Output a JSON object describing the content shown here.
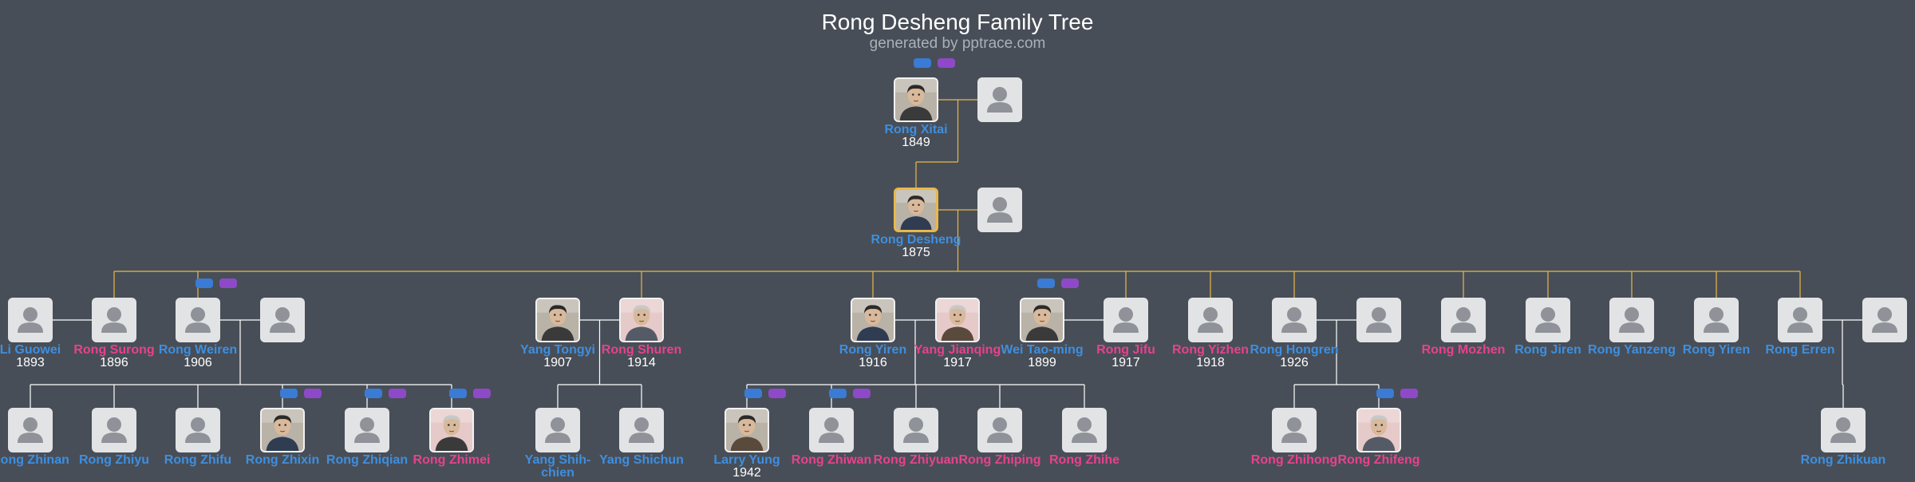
{
  "title": "Rong Desheng Family Tree",
  "subtitle": "generated by pptrace.com",
  "people": [
    {
      "id": "xitai",
      "name": "Rong Xitai",
      "year": "1849",
      "gender": "m",
      "photo": true
    },
    {
      "id": "xitai_sp",
      "name": "",
      "year": "",
      "gender": "f",
      "photo": false
    },
    {
      "id": "desheng",
      "name": "Rong Desheng",
      "year": "1875",
      "gender": "m",
      "photo": true,
      "root": true
    },
    {
      "id": "desheng_sp",
      "name": "",
      "year": "",
      "gender": "f",
      "photo": false
    },
    {
      "id": "liguowei",
      "name": "Li Guowei",
      "year": "1893",
      "gender": "m",
      "photo": false
    },
    {
      "id": "surong",
      "name": "Rong Surong",
      "year": "1896",
      "gender": "f",
      "photo": false
    },
    {
      "id": "weiren",
      "name": "Rong Weiren",
      "year": "1906",
      "gender": "m",
      "photo": false
    },
    {
      "id": "weiren_sp",
      "name": "",
      "year": "",
      "gender": "f",
      "photo": false
    },
    {
      "id": "tongyi",
      "name": "Yang Tongyi",
      "year": "1907",
      "gender": "m",
      "photo": true
    },
    {
      "id": "shuren",
      "name": "Rong Shuren",
      "year": "1914",
      "gender": "f",
      "photo": true
    },
    {
      "id": "yiren",
      "name": "Rong Yiren",
      "year": "1916",
      "gender": "m",
      "photo": true
    },
    {
      "id": "jianqing",
      "name": "Yang Jianqing",
      "year": "1917",
      "gender": "f",
      "photo": true
    },
    {
      "id": "taoming",
      "name": "Wei Tao-ming",
      "year": "1899",
      "gender": "m",
      "photo": true
    },
    {
      "id": "jifu",
      "name": "Rong Jifu",
      "year": "1917",
      "gender": "f",
      "photo": false
    },
    {
      "id": "yizhen",
      "name": "Rong Yizhen",
      "year": "1918",
      "gender": "f",
      "photo": false
    },
    {
      "id": "hongren",
      "name": "Rong Hongren",
      "year": "1926",
      "gender": "m",
      "photo": false
    },
    {
      "id": "hongren_sp",
      "name": "",
      "year": "",
      "gender": "f",
      "photo": false
    },
    {
      "id": "mozhen",
      "name": "Rong Mozhen",
      "year": "",
      "gender": "f",
      "photo": false
    },
    {
      "id": "jiren",
      "name": "Rong Jiren",
      "year": "",
      "gender": "m",
      "photo": false
    },
    {
      "id": "yanzeng",
      "name": "Rong Yanzeng",
      "year": "",
      "gender": "m",
      "photo": false
    },
    {
      "id": "yiren2",
      "name": "Rong Yiren",
      "year": "",
      "gender": "m",
      "photo": false
    },
    {
      "id": "erren",
      "name": "Rong Erren",
      "year": "",
      "gender": "m",
      "photo": false
    },
    {
      "id": "erren_sp",
      "name": "",
      "year": "",
      "gender": "f",
      "photo": false
    },
    {
      "id": "zhinan",
      "name": "Rong Zhinan",
      "year": "",
      "gender": "m",
      "photo": false
    },
    {
      "id": "zhiyu",
      "name": "Rong Zhiyu",
      "year": "",
      "gender": "m",
      "photo": false
    },
    {
      "id": "zhifu",
      "name": "Rong Zhifu",
      "year": "",
      "gender": "m",
      "photo": false
    },
    {
      "id": "zhixin",
      "name": "Rong Zhixin",
      "year": "",
      "gender": "m",
      "photo": true
    },
    {
      "id": "zhiqian",
      "name": "Rong Zhiqian",
      "year": "",
      "gender": "m",
      "photo": false
    },
    {
      "id": "zhimei",
      "name": "Rong Zhimei",
      "year": "",
      "gender": "f",
      "photo": true
    },
    {
      "id": "shihchien",
      "name": "Yang Shih-chien",
      "year": "",
      "gender": "m",
      "photo": false
    },
    {
      "id": "shichun",
      "name": "Yang Shichun",
      "year": "",
      "gender": "m",
      "photo": false
    },
    {
      "id": "larry",
      "name": "Larry Yung",
      "year": "1942",
      "gender": "m",
      "photo": true
    },
    {
      "id": "zhiwan",
      "name": "Rong Zhiwan",
      "year": "",
      "gender": "f",
      "photo": false
    },
    {
      "id": "zhiyuan",
      "name": "Rong Zhiyuan",
      "year": "",
      "gender": "f",
      "photo": false
    },
    {
      "id": "zhiping",
      "name": "Rong Zhiping",
      "year": "",
      "gender": "f",
      "photo": false
    },
    {
      "id": "zhihe",
      "name": "Rong Zhihe",
      "year": "",
      "gender": "f",
      "photo": false
    },
    {
      "id": "zhihong",
      "name": "Rong Zhihong",
      "year": "",
      "gender": "f",
      "photo": false
    },
    {
      "id": "zhifeng",
      "name": "Rong Zhifeng",
      "year": "",
      "gender": "f",
      "photo": true
    },
    {
      "id": "zhikuan",
      "name": "Rong Zhikuan",
      "year": "",
      "gender": "m",
      "photo": false
    }
  ],
  "colors": {
    "background": "#484e57",
    "male": "#3d8fe0",
    "female": "#e8418e",
    "highlight_line": "#e8b84a",
    "line": "#ffffff",
    "card": "#e2e3e5",
    "toggle_blue": "#3a7bd5",
    "toggle_purple": "#8e49c9"
  }
}
